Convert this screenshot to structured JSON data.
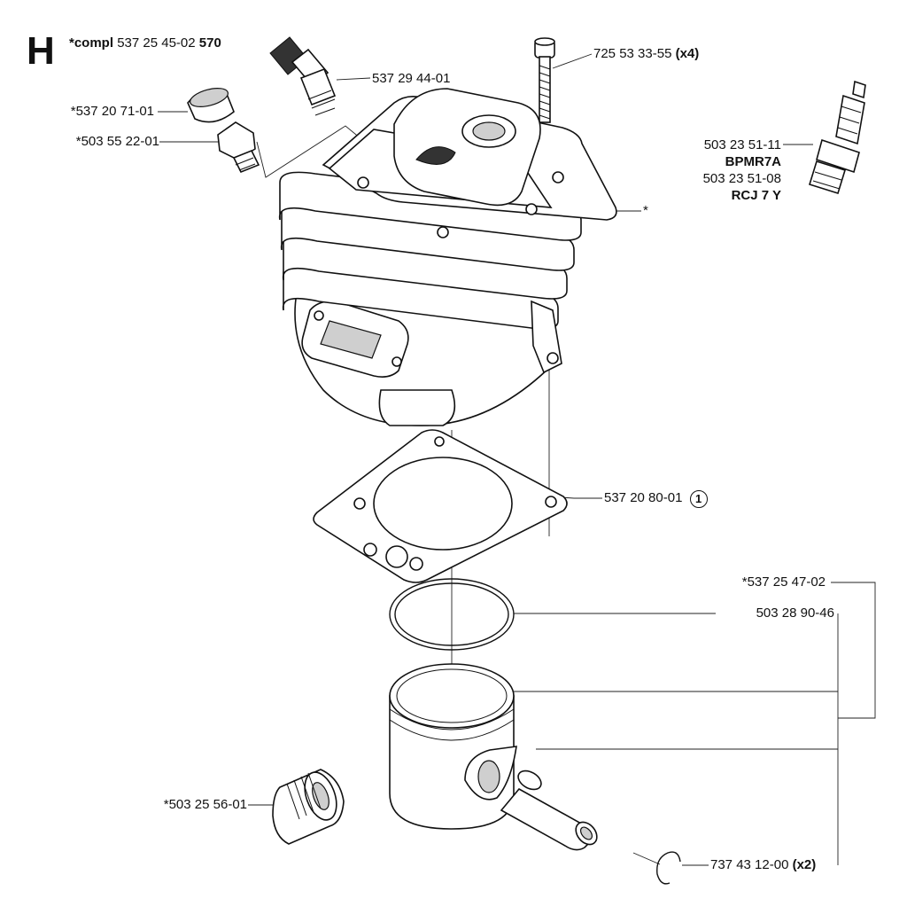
{
  "section": {
    "letter": "H"
  },
  "header": {
    "prefix": "*compl",
    "number": "537 25 45-02",
    "model": "570"
  },
  "parts": {
    "screw": {
      "number": "725 53 33-55",
      "qty": "(x4)"
    },
    "decomp_valve": {
      "number": "537 29 44-01"
    },
    "plug": {
      "number": "*537 20 71-01"
    },
    "adapter": {
      "number": "*503 55 22-01"
    },
    "spark_plug": {
      "number_a": "503 23 51-11",
      "type_a": "BPMR7A",
      "number_b": "503 23 51-08",
      "type_b": "RCJ 7 Y"
    },
    "cylinder": {
      "mark": "*"
    },
    "gasket": {
      "number": "537 20 80-01",
      "ref": "1"
    },
    "piston_kit": {
      "number": "*537 25 47-02"
    },
    "piston_ring": {
      "number": "503 28 90-46"
    },
    "bearing": {
      "number": "*503 25 56-01"
    },
    "circlip": {
      "number": "737 43 12-00",
      "qty": "(x2)"
    }
  }
}
